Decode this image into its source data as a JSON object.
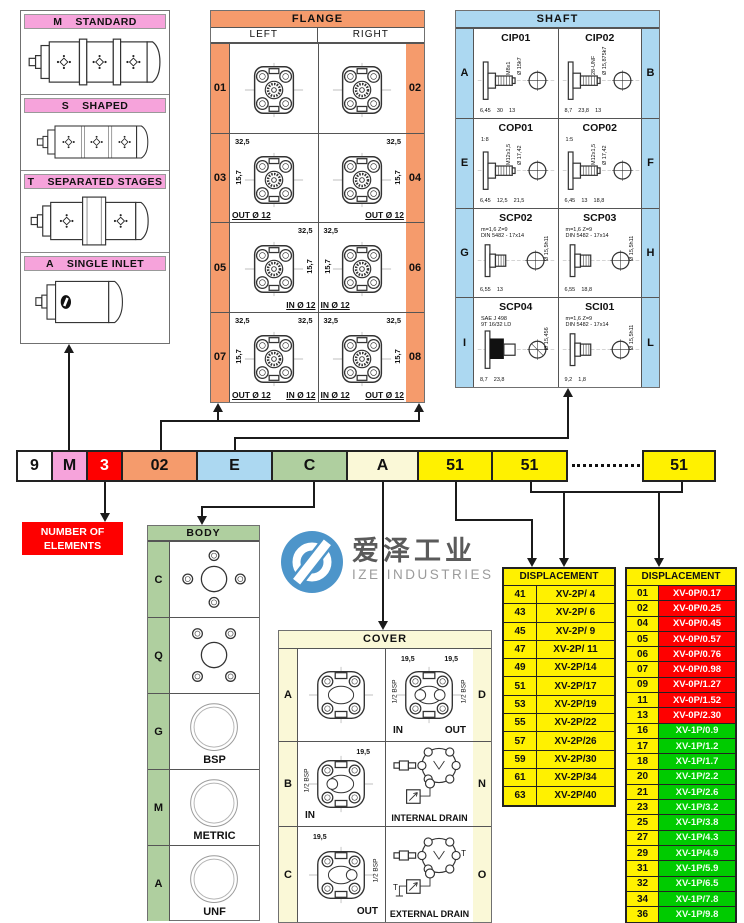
{
  "types": {
    "items": [
      {
        "code": "M",
        "label": "STANDARD"
      },
      {
        "code": "S",
        "label": "SHAPED"
      },
      {
        "code": "T",
        "label": "SEPARATED STAGES"
      },
      {
        "code": "A",
        "label": "SINGLE INLET"
      }
    ]
  },
  "flange": {
    "title": "FLANGE",
    "col_left": "LEFT",
    "col_right": "RIGHT",
    "rows": [
      {
        "code_left": "01",
        "code_right": "02",
        "left": {},
        "right": {}
      },
      {
        "code_left": "03",
        "code_right": "04",
        "left": {
          "dim_top_left": "32,5",
          "dim_side_left": "15,7",
          "port_left": "OUT Ø 12"
        },
        "right": {
          "dim_top_right": "32,5",
          "dim_side_right": "15,7",
          "port_right": "OUT Ø 12"
        }
      },
      {
        "code_left": "05",
        "code_right": "06",
        "left": {
          "dim_top_right": "32,5",
          "dim_side_right": "15,7",
          "port_right": "IN Ø 12"
        },
        "right": {
          "dim_top_left": "32,5",
          "dim_side_left": "15,7",
          "port_left": "IN Ø 12"
        }
      },
      {
        "code_left": "07",
        "code_right": "08",
        "left": {
          "dim_top_left": "32,5",
          "dim_top_right": "32,5",
          "dim_side_left": "15,7",
          "port_left": "OUT Ø 12",
          "port_right": "IN Ø 12"
        },
        "right": {
          "dim_top_left": "32,5",
          "dim_top_right": "32,5",
          "dim_side_right": "15,7",
          "port_left": "IN Ø 12",
          "port_right": "OUT Ø 12"
        }
      }
    ]
  },
  "shaft": {
    "title": "SHAFT",
    "cells": [
      {
        "side": "A",
        "name": "CIP01",
        "lbl_v1": "M8x1",
        "lbl_v2": "Ø 15k7",
        "dims": "6,45    30    13"
      },
      {
        "side": "B",
        "name": "CIP02",
        "lbl_v1": "28-UNF",
        "lbl_v2": "Ø 15,875k7",
        "dims": "8,7    23,8    13"
      },
      {
        "side": "E",
        "name": "COP01",
        "lbl_h1": "1:8",
        "lbl_v1": "M12x1,5",
        "lbl_v2": "Ø 17,42",
        "dims": "6,45    12,5    21,5"
      },
      {
        "side": "F",
        "name": "COP02",
        "lbl_h1": "1:5",
        "lbl_v1": "M12x1,5",
        "lbl_v2": "Ø 17,42",
        "dims": "6,45    13    18,8"
      },
      {
        "side": "G",
        "name": "SCP02",
        "lbl_h1": "m=1,6  Z=9",
        "lbl_h2": "DIN 5482 - 17x14",
        "lbl_r": "Ø 15,5h11",
        "dims": "6,55    13"
      },
      {
        "side": "H",
        "name": "SCP03",
        "lbl_h1": "m=1,6  Z=9",
        "lbl_h2": "DIN 5482 - 17x14",
        "lbl_r": "Ø 15,5h11",
        "dims": "6,55    18,8"
      },
      {
        "side": "I",
        "name": "SCP04",
        "lbl_h1": "SAE J 498",
        "lbl_h2": "9T 16/32 LD",
        "lbl_r": "Ø 15,456",
        "dims": "8,7    23,8"
      },
      {
        "side": "L",
        "name": "SCI01",
        "lbl_h1": "m=1,6  Z=9",
        "lbl_h2": "DIN 5482 - 17x14",
        "lbl_r": "Ø 15,5h11",
        "dims": "9,2    1,8"
      }
    ]
  },
  "code_row": {
    "boxes": [
      {
        "value": "9"
      },
      {
        "value": "M"
      },
      {
        "value": "3"
      },
      {
        "value": "02"
      },
      {
        "value": "E"
      },
      {
        "value": "C"
      },
      {
        "value": "A"
      },
      {
        "value": "51"
      },
      {
        "value": "51"
      },
      {
        "value": "51"
      }
    ]
  },
  "number_of_elements": {
    "line1": "NUMBER OF",
    "line2": "ELEMENTS"
  },
  "body": {
    "title": "BODY",
    "rows": [
      {
        "code": "C"
      },
      {
        "code": "Q"
      },
      {
        "code": "G",
        "label": "BSP"
      },
      {
        "code": "M",
        "label": "METRIC"
      },
      {
        "code": "A",
        "label": "UNF"
      }
    ]
  },
  "cover": {
    "title": "COVER",
    "rows": [
      {
        "code_left": "A",
        "code_right": "D",
        "left": {},
        "right": {
          "tl": "19,5",
          "tr": "19,5",
          "bl": "1/2 BSP",
          "br": "1/2 BSP",
          "in": "IN",
          "out": "OUT"
        }
      },
      {
        "code_left": "B",
        "code_right": "N",
        "left": {
          "bl": "1/2 BSP",
          "tr": "19,5",
          "in": "IN"
        },
        "right": {
          "label": "INTERNAL DRAIN"
        }
      },
      {
        "code_left": "C",
        "code_right": "O",
        "left": {
          "tl": "19,5",
          "br": "1/2 BSP",
          "out": "OUT"
        },
        "right": {
          "label": "EXTERNAL DRAIN",
          "t1": "T",
          "t2": "T"
        }
      }
    ]
  },
  "displacement_2p": {
    "title": "DISPLACEMENT",
    "rows": [
      [
        "41",
        "XV-2P/ 4"
      ],
      [
        "43",
        "XV-2P/ 6"
      ],
      [
        "45",
        "XV-2P/ 9"
      ],
      [
        "47",
        "XV-2P/ 11"
      ],
      [
        "49",
        "XV-2P/14"
      ],
      [
        "51",
        "XV-2P/17"
      ],
      [
        "53",
        "XV-2P/19"
      ],
      [
        "55",
        "XV-2P/22"
      ],
      [
        "57",
        "XV-2P/26"
      ],
      [
        "59",
        "XV-2P/30"
      ],
      [
        "61",
        "XV-2P/34"
      ],
      [
        "63",
        "XV-2P/40"
      ]
    ]
  },
  "displacement_0p1p": {
    "title": "DISPLACEMENT",
    "rows": [
      {
        "code": "01",
        "value": "XV-0P/0.17"
      },
      {
        "code": "02",
        "value": "XV-0P/0.25"
      },
      {
        "code": "04",
        "value": "XV-0P/0.45"
      },
      {
        "code": "05",
        "value": "XV-0P/0.57"
      },
      {
        "code": "06",
        "value": "XV-0P/0.76"
      },
      {
        "code": "07",
        "value": "XV-0P/0.98"
      },
      {
        "code": "09",
        "value": "XV-0P/1.27"
      },
      {
        "code": "11",
        "value": "XV-0P/1.52"
      },
      {
        "code": "13",
        "value": "XV-0P/2.30"
      },
      {
        "code": "16",
        "value": "XV-1P/0.9"
      },
      {
        "code": "17",
        "value": "XV-1P/1.2"
      },
      {
        "code": "18",
        "value": "XV-1P/1.7"
      },
      {
        "code": "20",
        "value": "XV-1P/2.2"
      },
      {
        "code": "21",
        "value": "XV-1P/2.6"
      },
      {
        "code": "23",
        "value": "XV-1P/3.2"
      },
      {
        "code": "25",
        "value": "XV-1P/3.8"
      },
      {
        "code": "27",
        "value": "XV-1P/4.3"
      },
      {
        "code": "29",
        "value": "XV-1P/4.9"
      },
      {
        "code": "31",
        "value": "XV-1P/5.9"
      },
      {
        "code": "32",
        "value": "XV-1P/6.5"
      },
      {
        "code": "34",
        "value": "XV-1P/7.8"
      },
      {
        "code": "36",
        "value": "XV-1P/9.8"
      }
    ]
  },
  "logo": {
    "cn": "爱泽工业",
    "en": "IZE INDUSTRIES"
  },
  "colors": {
    "pink": "#F6A3DB",
    "orange": "#F59B6C",
    "blue": "#ACD8F1",
    "green": "#AFCF9F",
    "cream": "#FAF8D7",
    "yellow": "#FFF100",
    "red": "#FE0000",
    "green_cell": "#00CB00"
  }
}
